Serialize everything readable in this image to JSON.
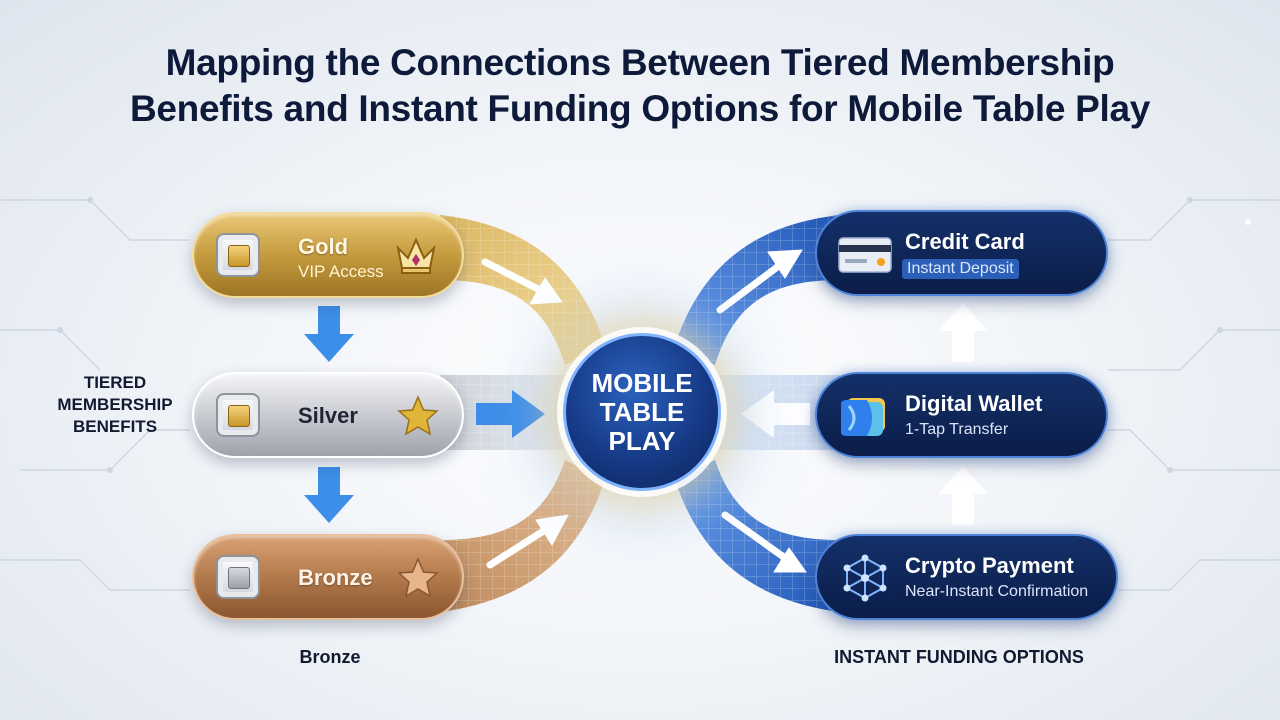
{
  "title": {
    "line1": "Mapping the Connections Between Tiered Membership",
    "line2": "Benefits and Instant Funding Options for Mobile Table Play"
  },
  "hub": {
    "label": "MOBILE TABLE PLAY"
  },
  "tiers": {
    "section_label": "TIERED MEMBERSHIP BENEFITS",
    "gold": {
      "name": "Gold",
      "benefit": "VIP Access",
      "icon": "crown-icon",
      "color": "#c59b3e"
    },
    "silver": {
      "name": "Silver",
      "icon": "star-icon",
      "color": "#c9ccd2"
    },
    "bronze": {
      "name": "Bronze",
      "icon": "star-icon",
      "color": "#b37a4c"
    },
    "footer_label": "Bronze"
  },
  "funding": {
    "section_label": "INSTANT FUNDING OPTIONS",
    "credit_card": {
      "name": "Credit Card",
      "detail": "Instant Deposit",
      "icon": "credit-card-icon"
    },
    "digital_wallet": {
      "name": "Digital Wallet",
      "detail": "1-Tap Transfer",
      "icon": "wallet-icon"
    },
    "crypto": {
      "name": "Crypto Payment",
      "detail": "Near-Instant Confirmation",
      "icon": "network-icon"
    },
    "color": "#14306a",
    "accent": "#4d83d8"
  }
}
